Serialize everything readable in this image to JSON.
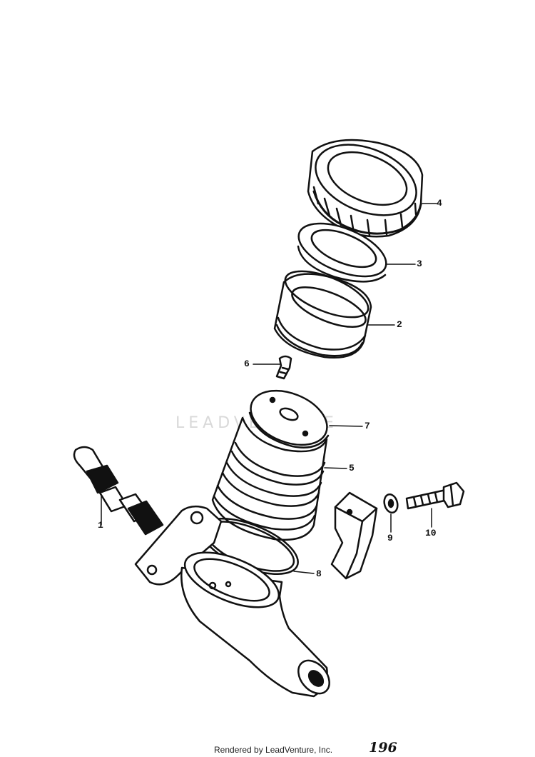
{
  "callouts": {
    "c1": "1",
    "c2": "2",
    "c3": "3",
    "c4": "4",
    "c5": "5",
    "c6": "6",
    "c7": "7",
    "c8": "8",
    "c9": "9",
    "c10": "10"
  },
  "watermark": "LEADVENTURE",
  "footer": {
    "credit": "Rendered by LeadVenture, Inc.",
    "page_number": "196"
  },
  "colors": {
    "ink": "#111111",
    "paper": "#ffffff",
    "watermark": "#d9d9d9"
  }
}
